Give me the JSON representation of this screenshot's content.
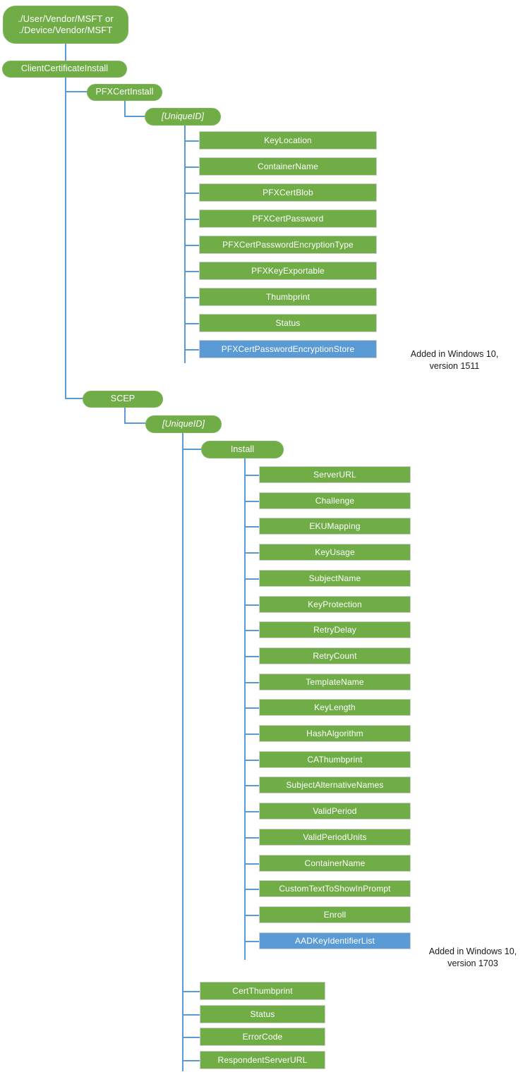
{
  "diagram": {
    "title": "ClientCertificateInstall CSP tree",
    "colors": {
      "node_green": "#70AD47",
      "node_blue": "#5B9BD5",
      "connector": "#5B9BD5",
      "leaf_border": "#D0D0D0",
      "text_on_node": "#FFFFFF",
      "annotation_text": "#1A1A1A",
      "background": "#FFFFFF"
    },
    "root": {
      "label": "./User/Vendor/MSFT or\n./Device/Vendor/MSFT"
    },
    "nodes": {
      "client_certificate_install": "ClientCertificateInstall",
      "pfx_cert_install": "PFXCertInstall",
      "pfx_unique_id": "[UniqueID]",
      "scep": "SCEP",
      "scep_unique_id": "[UniqueID]",
      "install": "Install"
    },
    "pfx_cert_install_children": [
      {
        "label": "KeyLocation",
        "color": "green"
      },
      {
        "label": "ContainerName",
        "color": "green"
      },
      {
        "label": "PFXCertBlob",
        "color": "green"
      },
      {
        "label": "PFXCertPassword",
        "color": "green"
      },
      {
        "label": "PFXCertPasswordEncryptionType",
        "color": "green"
      },
      {
        "label": "PFXKeyExportable",
        "color": "green"
      },
      {
        "label": "Thumbprint",
        "color": "green"
      },
      {
        "label": "Status",
        "color": "green"
      },
      {
        "label": "PFXCertPasswordEncryptionStore",
        "color": "blue"
      }
    ],
    "install_children": [
      {
        "label": "ServerURL",
        "color": "green"
      },
      {
        "label": "Challenge",
        "color": "green"
      },
      {
        "label": "EKUMapping",
        "color": "green"
      },
      {
        "label": "KeyUsage",
        "color": "green"
      },
      {
        "label": "SubjectName",
        "color": "green"
      },
      {
        "label": "KeyProtection",
        "color": "green"
      },
      {
        "label": "RetryDelay",
        "color": "green"
      },
      {
        "label": "RetryCount",
        "color": "green"
      },
      {
        "label": "TemplateName",
        "color": "green"
      },
      {
        "label": "KeyLength",
        "color": "green"
      },
      {
        "label": "HashAlgorithm",
        "color": "green"
      },
      {
        "label": "CAThumbprint",
        "color": "green"
      },
      {
        "label": "SubjectAlternativeNames",
        "color": "green"
      },
      {
        "label": "ValidPeriod",
        "color": "green"
      },
      {
        "label": "ValidPeriodUnits",
        "color": "green"
      },
      {
        "label": "ContainerName",
        "color": "green"
      },
      {
        "label": "CustomTextToShowInPrompt",
        "color": "green"
      },
      {
        "label": "Enroll",
        "color": "green"
      },
      {
        "label": "AADKeyIdentifierList",
        "color": "blue"
      }
    ],
    "scep_unique_id_children": [
      {
        "label": "CertThumbprint",
        "color": "green"
      },
      {
        "label": "Status",
        "color": "green"
      },
      {
        "label": "ErrorCode",
        "color": "green"
      },
      {
        "label": "RespondentServerURL",
        "color": "green"
      }
    ],
    "annotations": [
      {
        "text": "Added in Windows 10,\nversion 1511",
        "for": "PFXCertPasswordEncryptionStore"
      },
      {
        "text": "Added in Windows 10,\nversion 1703",
        "for": "AADKeyIdentifierList"
      }
    ]
  }
}
